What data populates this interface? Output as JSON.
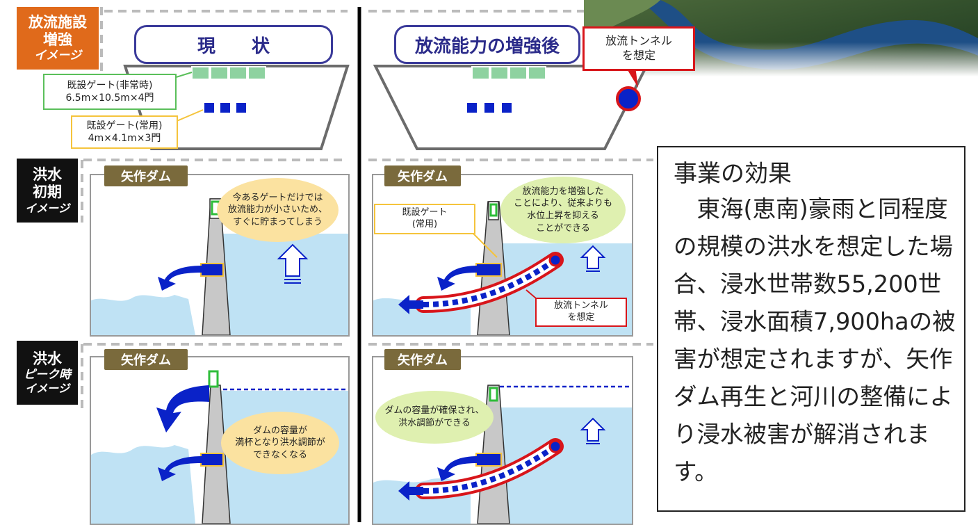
{
  "row_labels": {
    "facility": [
      "放流施設",
      "増強",
      "イメージ"
    ],
    "early": [
      "洪水",
      "初期",
      "イメージ"
    ],
    "peak": [
      "洪水",
      "ピーク時",
      "イメージ"
    ]
  },
  "headers": {
    "current": "現　　状",
    "after": "放流能力の増強後"
  },
  "callouts": {
    "tunnel_top": [
      "放流トンネル",
      "を想定"
    ],
    "emergency_gate": [
      "既設ゲート(非常時)",
      "6.5m×10.5m×4門"
    ],
    "regular_gate": [
      "既設ゲート(常用)",
      "4m×4.1m×3門"
    ],
    "gate_regular_mid": [
      "既設ゲート",
      "(常用)"
    ],
    "tunnel_mid": [
      "放流トンネル",
      "を想定"
    ]
  },
  "dam_name": "矢作ダム",
  "bubbles": {
    "early_current": [
      "今あるゲートだけでは",
      "放流能力が小さいため、",
      "すぐに貯まってしまう"
    ],
    "early_after": [
      "放流能力を増強した",
      "ことにより、従来よりも",
      "水位上昇を抑える",
      "ことができる"
    ],
    "peak_current": [
      "ダムの容量が",
      "満杯となり洪水調節が",
      "できなくなる"
    ],
    "peak_after": [
      "ダムの容量が確保され、",
      "洪水調節ができる"
    ]
  },
  "effect": {
    "title": "事業の効果",
    "body": "東海(恵南)豪雨と同程度の規模の洪水を想定した場合、浸水世帯数55,200世帯、浸水面積7,900haの被害が想定されますが、矢作ダム再生と河川の整備により浸水被害が解消されます。"
  },
  "colors": {
    "label_orange": "#e06a1b",
    "label_black": "#111111",
    "gate_green": "#8ed2a0",
    "gate_blue": "#0a22c8",
    "water": "#bfe2f4",
    "tunnel_red": "#d8151a",
    "dam_tag": "#7a6a3c"
  }
}
